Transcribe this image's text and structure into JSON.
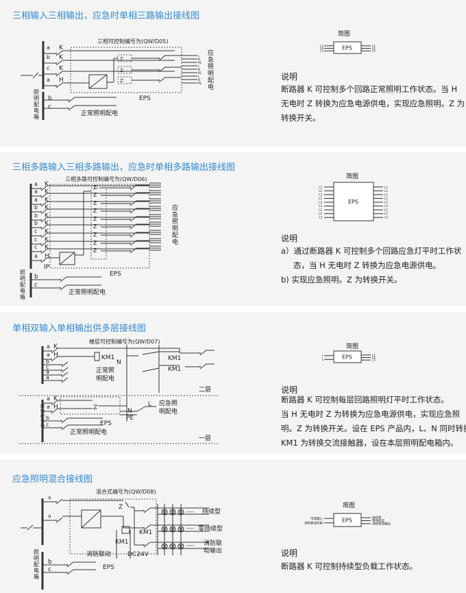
{
  "sections": [
    {
      "title": "三相输入三相输出，应急时单相三路输出接线图",
      "diagram": {
        "header": "三相可控制编号为(QW/D05)",
        "phases": [
          "a",
          "b",
          "c",
          "a"
        ],
        "breakers": [
          "K",
          "K",
          "K",
          "H"
        ],
        "switch": "Z",
        "box_label": "EPS",
        "lower_phases": [
          "b",
          "c"
        ],
        "normal": "正常照明配电",
        "panel": "照明配电箱",
        "emergency": "应急照明配电",
        "outputs": [
          "L",
          "N",
          "PE",
          "L",
          "N",
          "PE",
          "L",
          "N",
          "PE"
        ]
      },
      "simple": {
        "label": "简图",
        "box": "EPS",
        "in": [
          "L1",
          "L2",
          "L3"
        ],
        "out": [
          "L1",
          "L2",
          "L3"
        ]
      },
      "note": {
        "heading": "说明",
        "lines": [
          "断路器 K 可控制多个回路正常照明工作状态。当 H",
          "无电时 Z 转换为应急电源供电，实现应急照明。Z 为",
          "转换开关。"
        ]
      }
    },
    {
      "title": "三相多路输入三相多路输出，应急时单相多路输出接线图",
      "diagram": {
        "header": "三相多路可控制编号为(QW/D06)",
        "phases": [
          "a",
          "a",
          "a",
          "b",
          "b",
          "b",
          "c",
          "c",
          "c",
          "a"
        ],
        "breakers": [
          "K",
          "K",
          "K",
          "K",
          "K",
          "K",
          "K",
          "K",
          "K",
          "H"
        ],
        "ip": "IP",
        "switch": "Z",
        "box_label": "EPS",
        "lower_phases": [
          "b",
          "c"
        ],
        "normal": "正常照明配电",
        "panel": "照明配电箱",
        "emergency": "应急照明配电"
      },
      "simple": {
        "label": "简图",
        "box": "EPS",
        "in": [
          "L1",
          "L2",
          "L3",
          "L1",
          "L2",
          "L3",
          "L1",
          "L2",
          "L3"
        ],
        "out": [
          "L1",
          "L2",
          "L3",
          "L1",
          "L2",
          "L3",
          "L1",
          "L2",
          "L3"
        ]
      },
      "note": {
        "heading": "说明",
        "lines": [
          "a）通过断路器 K 可控制多个回路应急灯平时工作状",
          "态，当 H 无电时 Z 转换为应急电源供电。",
          "b) 实现应急照明。Z 为转换开关。"
        ]
      }
    },
    {
      "title": "单相双输入单相输出供多层接线图",
      "diagram": {
        "header": "楼层可控制编号为(QW/D07)",
        "upper_phases": [
          "a",
          "a",
          "b",
          "c",
          "a",
          "a"
        ],
        "upper_breakers": [
          "K",
          "H"
        ],
        "km1": "KM1",
        "n": "N",
        "normal_upper": [
          "正常照",
          "明配电"
        ],
        "floor2": "二层",
        "lower_phases": [
          "a",
          "a",
          "b",
          "c"
        ],
        "lower_breakers": [
          "K",
          "H"
        ],
        "switch": "Z",
        "l": "L",
        "pe": "PE",
        "emergency": [
          "应急照",
          "明配电"
        ],
        "box_label": "EPS",
        "normal": "正常照明配电",
        "panel": "照明配电箱",
        "floor1": "一层"
      },
      "simple": {
        "label": "简图",
        "box": "EPS",
        "in": [
          "L",
          "L"
        ],
        "out": [
          "L1",
          "L2",
          "L3"
        ]
      },
      "note": {
        "heading": "说明",
        "lines": [
          "断路器 K 可控制每层回路照明灯平时工作状态。",
          "当 H 无电时 Z 为转换为应急电源供电，实现应急照",
          "明。Z 为转换开关。设在 EPS 产品内，L、N 同时转换。",
          "KM1 为转换交流接触器，设在本层照明配电箱内。"
        ]
      }
    },
    {
      "title": "应急照明混合接线图",
      "diagram": {
        "header": "混合式编号为(QW/D08)",
        "phases": [
          "a",
          "a"
        ],
        "switch": "Z",
        "km1": "KM1",
        "fire": "消防联动",
        "dc": "DC24V",
        "box_label": "EPS",
        "loads": [
          "持续型",
          "零持续型"
        ],
        "fire_out": [
          "消防联",
          "动输出"
        ],
        "dots": "----",
        "lower_phases": [
          "b",
          "c"
        ],
        "panel": "照明配电箱"
      },
      "simple": {
        "label": "简图",
        "box": "EPS",
        "in": [
          "市电输入",
          "消防联动控制"
        ],
        "out": [
          "持续型",
          "零持续型",
          "消防联动输出"
        ]
      },
      "note": {
        "heading": "说明",
        "lines": [
          "断路器 K 可控制持续型负载工作状态。"
        ]
      }
    }
  ]
}
